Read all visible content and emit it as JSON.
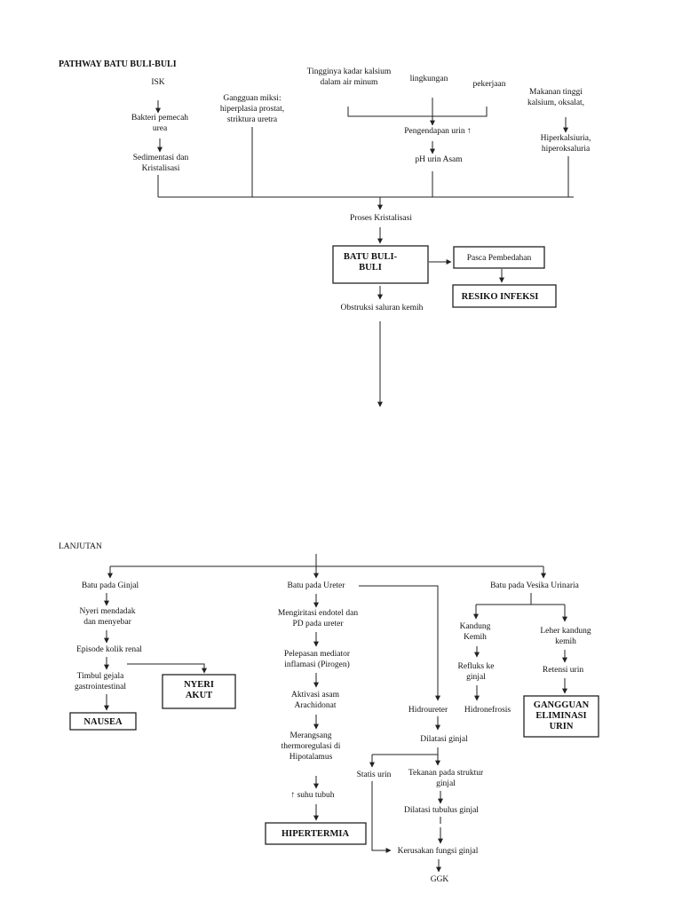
{
  "page1": {
    "title": "PATHWAY BATU BULI-BULI",
    "isk": "ISK",
    "bakteri": [
      "Bakteri pemecah",
      "urea"
    ],
    "sedimentasi": [
      "Sedimentasi dan",
      "Kristalisasi"
    ],
    "gangguan_miksi": [
      "Gangguan miksi:",
      "hiperplasia prostat,",
      "striktura uretra"
    ],
    "tingginya": [
      "Tingginya kadar kalsium",
      "dalam air minum"
    ],
    "lingkungan": "lingkungan",
    "pekerjaan": "pekerjaan",
    "makanan": [
      "Makanan tinggi",
      "kalsium, oksalat,"
    ],
    "pengendapan": "Pengendapan urin ↑",
    "ph": "pH urin Asam",
    "hiperkalsiuria": [
      "Hiperkalsiuria,",
      "hiperoksaluria"
    ],
    "proses": "Proses Kristalisasi",
    "batu_box": [
      "BATU BULI-",
      "BULI"
    ],
    "pasca": "Pasca Pembedahan",
    "resiko_box": "RESIKO INFEKSI",
    "obstruksi": "Obstruksi saluran kemih"
  },
  "page2": {
    "lanjutan": "LANJUTAN",
    "ginjal": {
      "head": "Batu pada Ginjal",
      "nyeri": [
        "Nyeri mendadak",
        "dan menyebar"
      ],
      "episode": "Episode kolik renal",
      "timbul": [
        "Timbul gejala",
        "gastrointestinal"
      ],
      "nausea_box": "NAUSEA",
      "nyeri_box": [
        "NYERI",
        "AKUT"
      ]
    },
    "ureter": {
      "head": "Batu pada Ureter",
      "mengiritasi": [
        "Mengiritasi endotel dan",
        "PD pada ureter"
      ],
      "pelepasan": [
        "Pelepasan mediator",
        "inflamasi (Pirogen)"
      ],
      "aktivasi": [
        "Aktivasi asam",
        "Arachidonat"
      ],
      "merangsang": [
        "Merangsang",
        "thermoregulasi di",
        "Hipotalamus"
      ],
      "suhu": "↑ suhu tubuh",
      "hipertermia_box": "HIPERTERMIA"
    },
    "vesika": {
      "head": "Batu pada Vesika Urinaria",
      "kandung": [
        "Kandung",
        "Kemih"
      ],
      "leher": [
        "Leher kandung",
        "kemih"
      ],
      "refluks": [
        "Refluks ke",
        "ginjal"
      ],
      "retensi": "Retensi urin",
      "gangguan_box": [
        "GANGGUAN",
        "ELIMINASI",
        "URIN"
      ]
    },
    "hidroureter": "Hidroureter",
    "hidronefrosis": "Hidronefrosis",
    "dilatasi_ginjal": "Dilatasi ginjal",
    "statis": "Statis urin",
    "tekanan": [
      "Tekanan pada struktur",
      "ginjal"
    ],
    "dilatasi_tubulus": "Dilatasi tubulus ginjal",
    "kerusakan": "Kerusakan fungsi ginjal",
    "ggk": "GGK"
  }
}
